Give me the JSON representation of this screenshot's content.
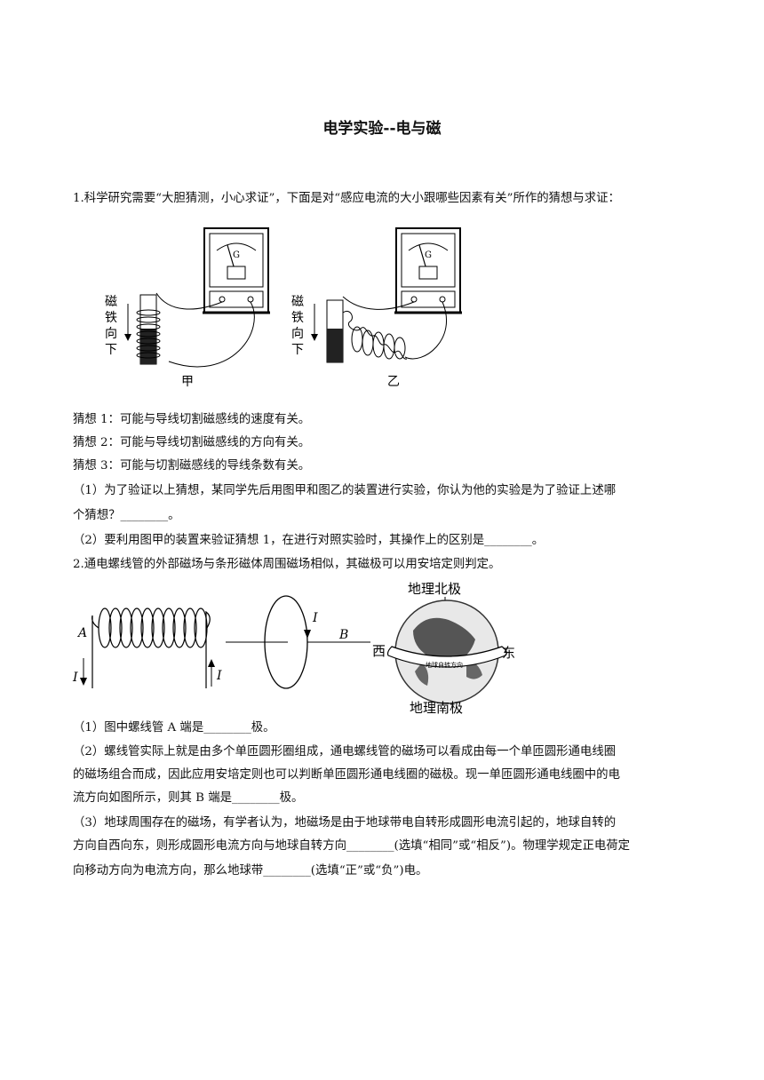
{
  "title": "电学实验--电与磁",
  "q1": {
    "intro": "1.科学研究需要“大胆猜测，小心求证”，下面是对“感应电流的大小跟哪些因素有关”所作的猜想与求证：",
    "fig_jia": {
      "meter_letter": "G",
      "side_label": [
        "磁",
        "铁",
        "向",
        "下"
      ],
      "caption": "甲"
    },
    "fig_yi": {
      "meter_letter": "G",
      "side_label": [
        "磁",
        "铁",
        "向",
        "下"
      ],
      "caption": "乙"
    },
    "guesses": [
      "猜想 1：可能与导线切割磁感线的速度有关。",
      "猜想 2：可能与导线切割磁感线的方向有关。",
      "猜想 3：可能与切割磁感线的导线条数有关。"
    ],
    "sub1_a": "（1）为了验证以上猜想，某同学先后用图甲和图乙的装置进行实验，你认为他的实验是为了验证上述哪",
    "sub1_b": "个猜想？________。",
    "sub2": "（2）要利用图甲的装置来验证猜想 1，在进行对照实验时，其操作上的区别是________。"
  },
  "q2": {
    "intro": "2.通电螺线管的外部磁场与条形磁体周围磁场相似，其磁极可以用安培定则判定。",
    "solenoid": {
      "end_label": "A",
      "current_left": "I",
      "current_right": "I"
    },
    "loop": {
      "current_label": "I",
      "end_label": "B"
    },
    "globe": {
      "north": "地理北极",
      "south": "地理南极",
      "west": "西",
      "east": "东",
      "arrow_text": "地球自转方向"
    },
    "sub1": "（1）图中螺线管 A 端是________极。",
    "sub2_lines": [
      "（2）螺线管实际上就是由多个单匝圆形圈组成，通电螺线管的磁场可以看成由每一个单匝圆形通电线圈",
      "的磁场组合而成，因此应用安培定则也可以判断单匝圆形通电线圈的磁极。现一单匝圆形通电线圈中的电",
      "流方向如图所示，则其 B 端是________极。"
    ],
    "sub3_lines": [
      "（3）地球周围存在的磁场，有学者认为，地磁场是由于地球带电自转形成圆形电流引起的，地球自转的",
      "方向自西向东，则形成圆形电流方向与地球自转方向________(选填“相同”或“相反”)。物理学规定正电荷定",
      "向移动方向为电流方向，那么地球带________(选填“正”或“负”)电。"
    ]
  }
}
